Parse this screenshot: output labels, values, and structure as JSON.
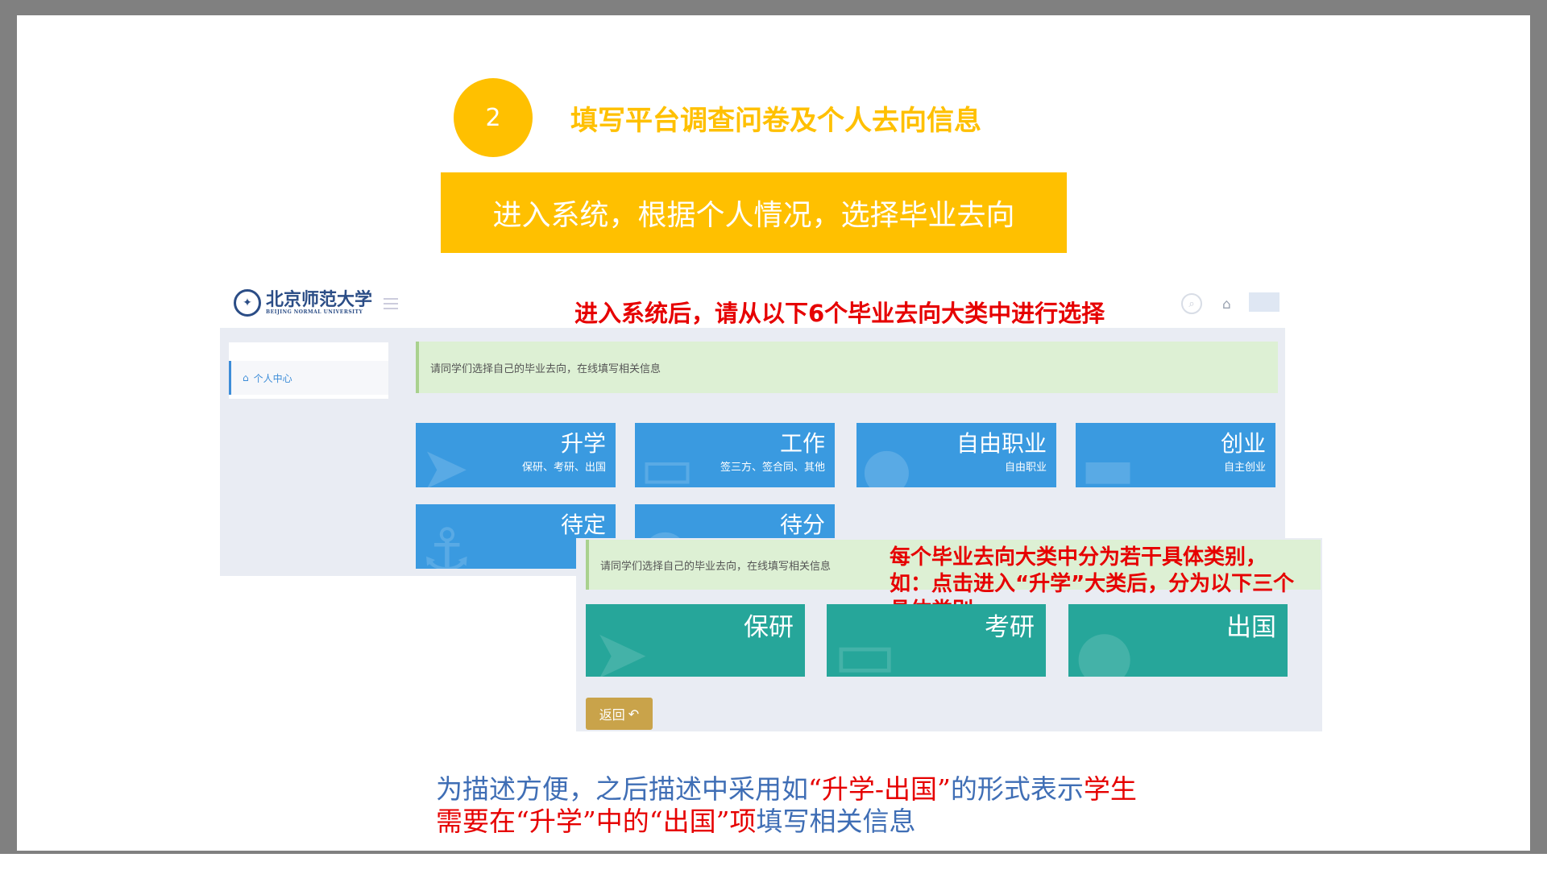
{
  "header": {
    "step_number": "2",
    "title": "填写平台调查问卷及个人去向信息",
    "banner": "进入系统，根据个人情况，选择毕业去向"
  },
  "screenshot1": {
    "logo_text": "北京师范大学",
    "logo_subtext": "BEIJING NORMAL UNIVERSITY",
    "annotation": "进入系统后，请从以下6个毕业去向大类中进行选择",
    "sidebar_item": "个人中心",
    "notice": "请同学们选择自己的毕业去向，在线填写相关信息",
    "tiles": [
      {
        "title": "升学",
        "sub": "保研、考研、出国",
        "icon": "paper-plane-icon"
      },
      {
        "title": "工作",
        "sub": "签三方、签合同、其他",
        "icon": "id-card-icon"
      },
      {
        "title": "自由职业",
        "sub": "自由职业",
        "icon": "globe-icon"
      },
      {
        "title": "创业",
        "sub": "自主创业",
        "icon": "car-icon"
      },
      {
        "title": "待定",
        "sub": "",
        "icon": "anchor-icon"
      },
      {
        "title": "待分",
        "sub": "",
        "icon": "pin-icon"
      }
    ]
  },
  "screenshot2": {
    "notice": "请同学们选择自己的毕业去向，在线填写相关信息",
    "annotation_lines": [
      "每个毕业去向大类中分为若干具体类别，",
      "如：点击进入“升学”大类后，分为以下三个",
      "具体类别"
    ],
    "tiles": [
      {
        "title": "保研",
        "icon": "paper-plane-icon"
      },
      {
        "title": "考研",
        "icon": "id-card-icon"
      },
      {
        "title": "出国",
        "icon": "globe-icon"
      }
    ],
    "back_label": "返回"
  },
  "bottom_note": {
    "part1": "为描述方便，之后描述中采用如",
    "part2": "“升学-出国”",
    "part3": "的形式表示",
    "part4": "学生需要在“升学”中的“出国”项",
    "part5": "填写相关信息"
  },
  "colors": {
    "accent_yellow": "#ffc000",
    "tile_blue": "#3a9ae0",
    "tile_green": "#26a69a",
    "annotation_red": "#e60000",
    "note_blue": "#3f6eb5",
    "back_button": "#c9a34a"
  }
}
